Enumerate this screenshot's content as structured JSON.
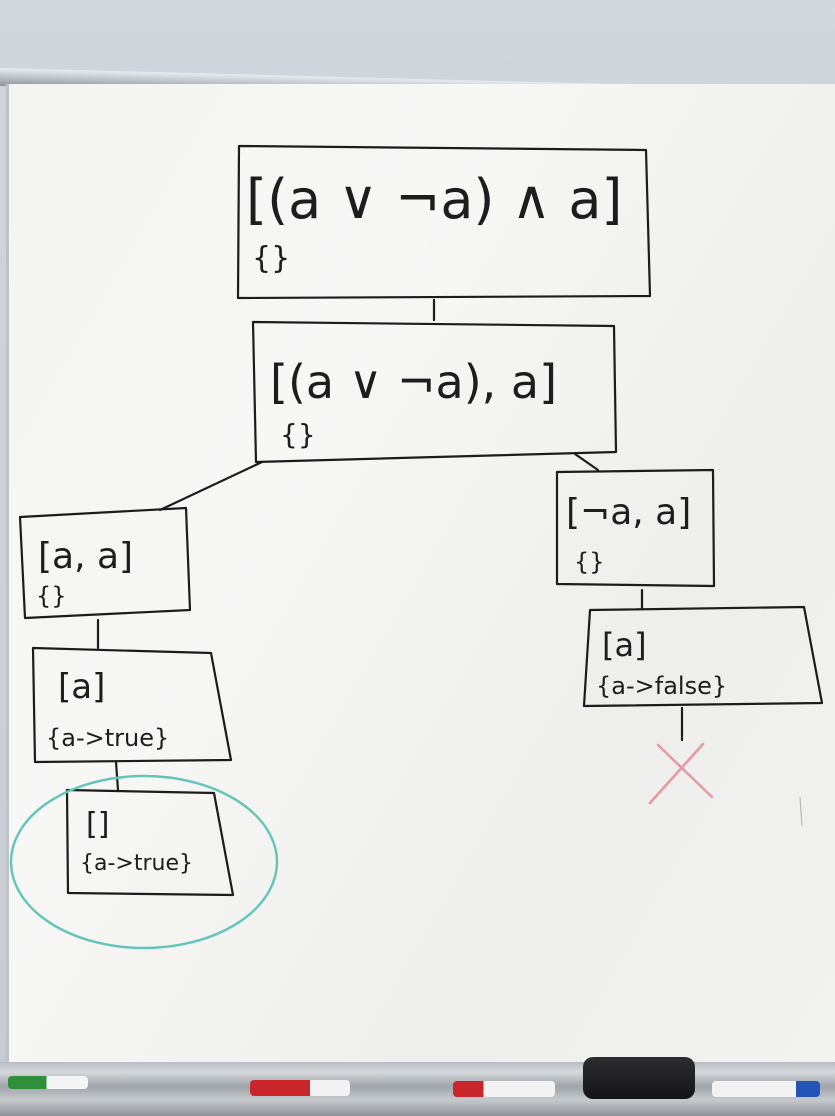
{
  "nodes": {
    "root": {
      "formula": "[(a ∨ ¬a) ∧ a]",
      "set": "{}"
    },
    "split": {
      "formula": "[(a ∨ ¬a), a]",
      "set": "{}"
    },
    "left": {
      "formula": "[a, a]",
      "set": "{}"
    },
    "left_assign": {
      "formula": "[a]",
      "set": "{a->true}"
    },
    "left_final": {
      "formula": "[]",
      "set": "{a->true}"
    },
    "right": {
      "formula": "[¬a, a]",
      "set": "{}"
    },
    "right_assign": {
      "formula": "[a]",
      "set": "{a->false}"
    }
  },
  "colors": {
    "ink": "#1c1c1e",
    "success_circle": "#62c6b5",
    "failure_cross": "#e79aa3"
  },
  "icons": {
    "success_marker": "circle",
    "failure_marker": "x-mark"
  },
  "tray_items": [
    "green-marker",
    "red-marker",
    "red-marker",
    "eraser",
    "blue-marker"
  ]
}
